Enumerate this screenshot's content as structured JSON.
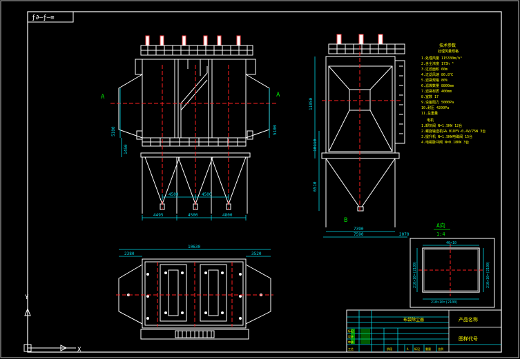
{
  "colors": {
    "background": "#000000",
    "frame": "#ffffff",
    "cyan": "#00d8e8",
    "red": "#ff2020",
    "yellow": "#ffff00",
    "green": "#00e000",
    "magenta": "#ff40ff"
  },
  "corner_stamp": "ƒ∂—ƒ—≡",
  "front_view": {
    "section_mark_left": "A",
    "section_mark_right": "A",
    "dim_left_upper": "5100",
    "dim_left_lower": "1450",
    "dim_right": "5100",
    "dim_bottom_1": "4500",
    "dim_bottom_2": "4500",
    "dim_total_1": "4495",
    "dim_total_2": "4500",
    "dim_total_3": "4800"
  },
  "side_view": {
    "dim_upper": "11050",
    "dim_mid": "10110",
    "dim_lower": "6510",
    "label_b": "B",
    "dim_width_1": "7390",
    "dim_width_2": "7590",
    "dim_width_3": "2070"
  },
  "spec_list": {
    "title": "技术参数",
    "subtitle": "处理风量规格",
    "lines": [
      "1.处理风量  115330m/h³",
      "2.含尘浓度       173h  ³",
      "3.过滤面积      60m",
      "4.过滤风速   80.8℃",
      "5.滤袋规格     80%",
      "6.滤袋数量  8800mm",
      "7.滤袋材质     400mm",
      "8.室数            17",
      "9.设备阻力    5000Pa",
      "10.耐压       4200Pa",
      "11.总重量"
    ],
    "sub_title": "电机",
    "motor_lines": [
      "1.卸灰阀  N=1.5KW          12台",
      "2.螺旋输送机GA.01DFV-0.4V/75W   3台",
      "3.提升机  N=1.5KW电磁阀         15台",
      "4.电磁脉冲阀 N=0.18KW           3台"
    ]
  },
  "top_view": {
    "dim_overall": "10630",
    "dim_left": "2380",
    "dim_right": "3520"
  },
  "detail_view": {
    "label": "A向",
    "scale": "1:4",
    "dim_top": "40×10",
    "dim_right": "210×10=(2100)",
    "dim_left": "210×10=(2100)",
    "dim_bottom": "210×10=(2100)"
  },
  "title_block": {
    "drawing_name": "布袋除尘器",
    "product": "产品名称",
    "part_name": "图样代号",
    "rows": [
      "标记",
      "设计",
      "审核",
      "工艺"
    ],
    "bottom_cells": [
      "阶段",
      "A",
      "标记",
      "重量",
      "比例"
    ]
  },
  "ucs": {
    "y_label": "Y",
    "x_label": "X"
  }
}
